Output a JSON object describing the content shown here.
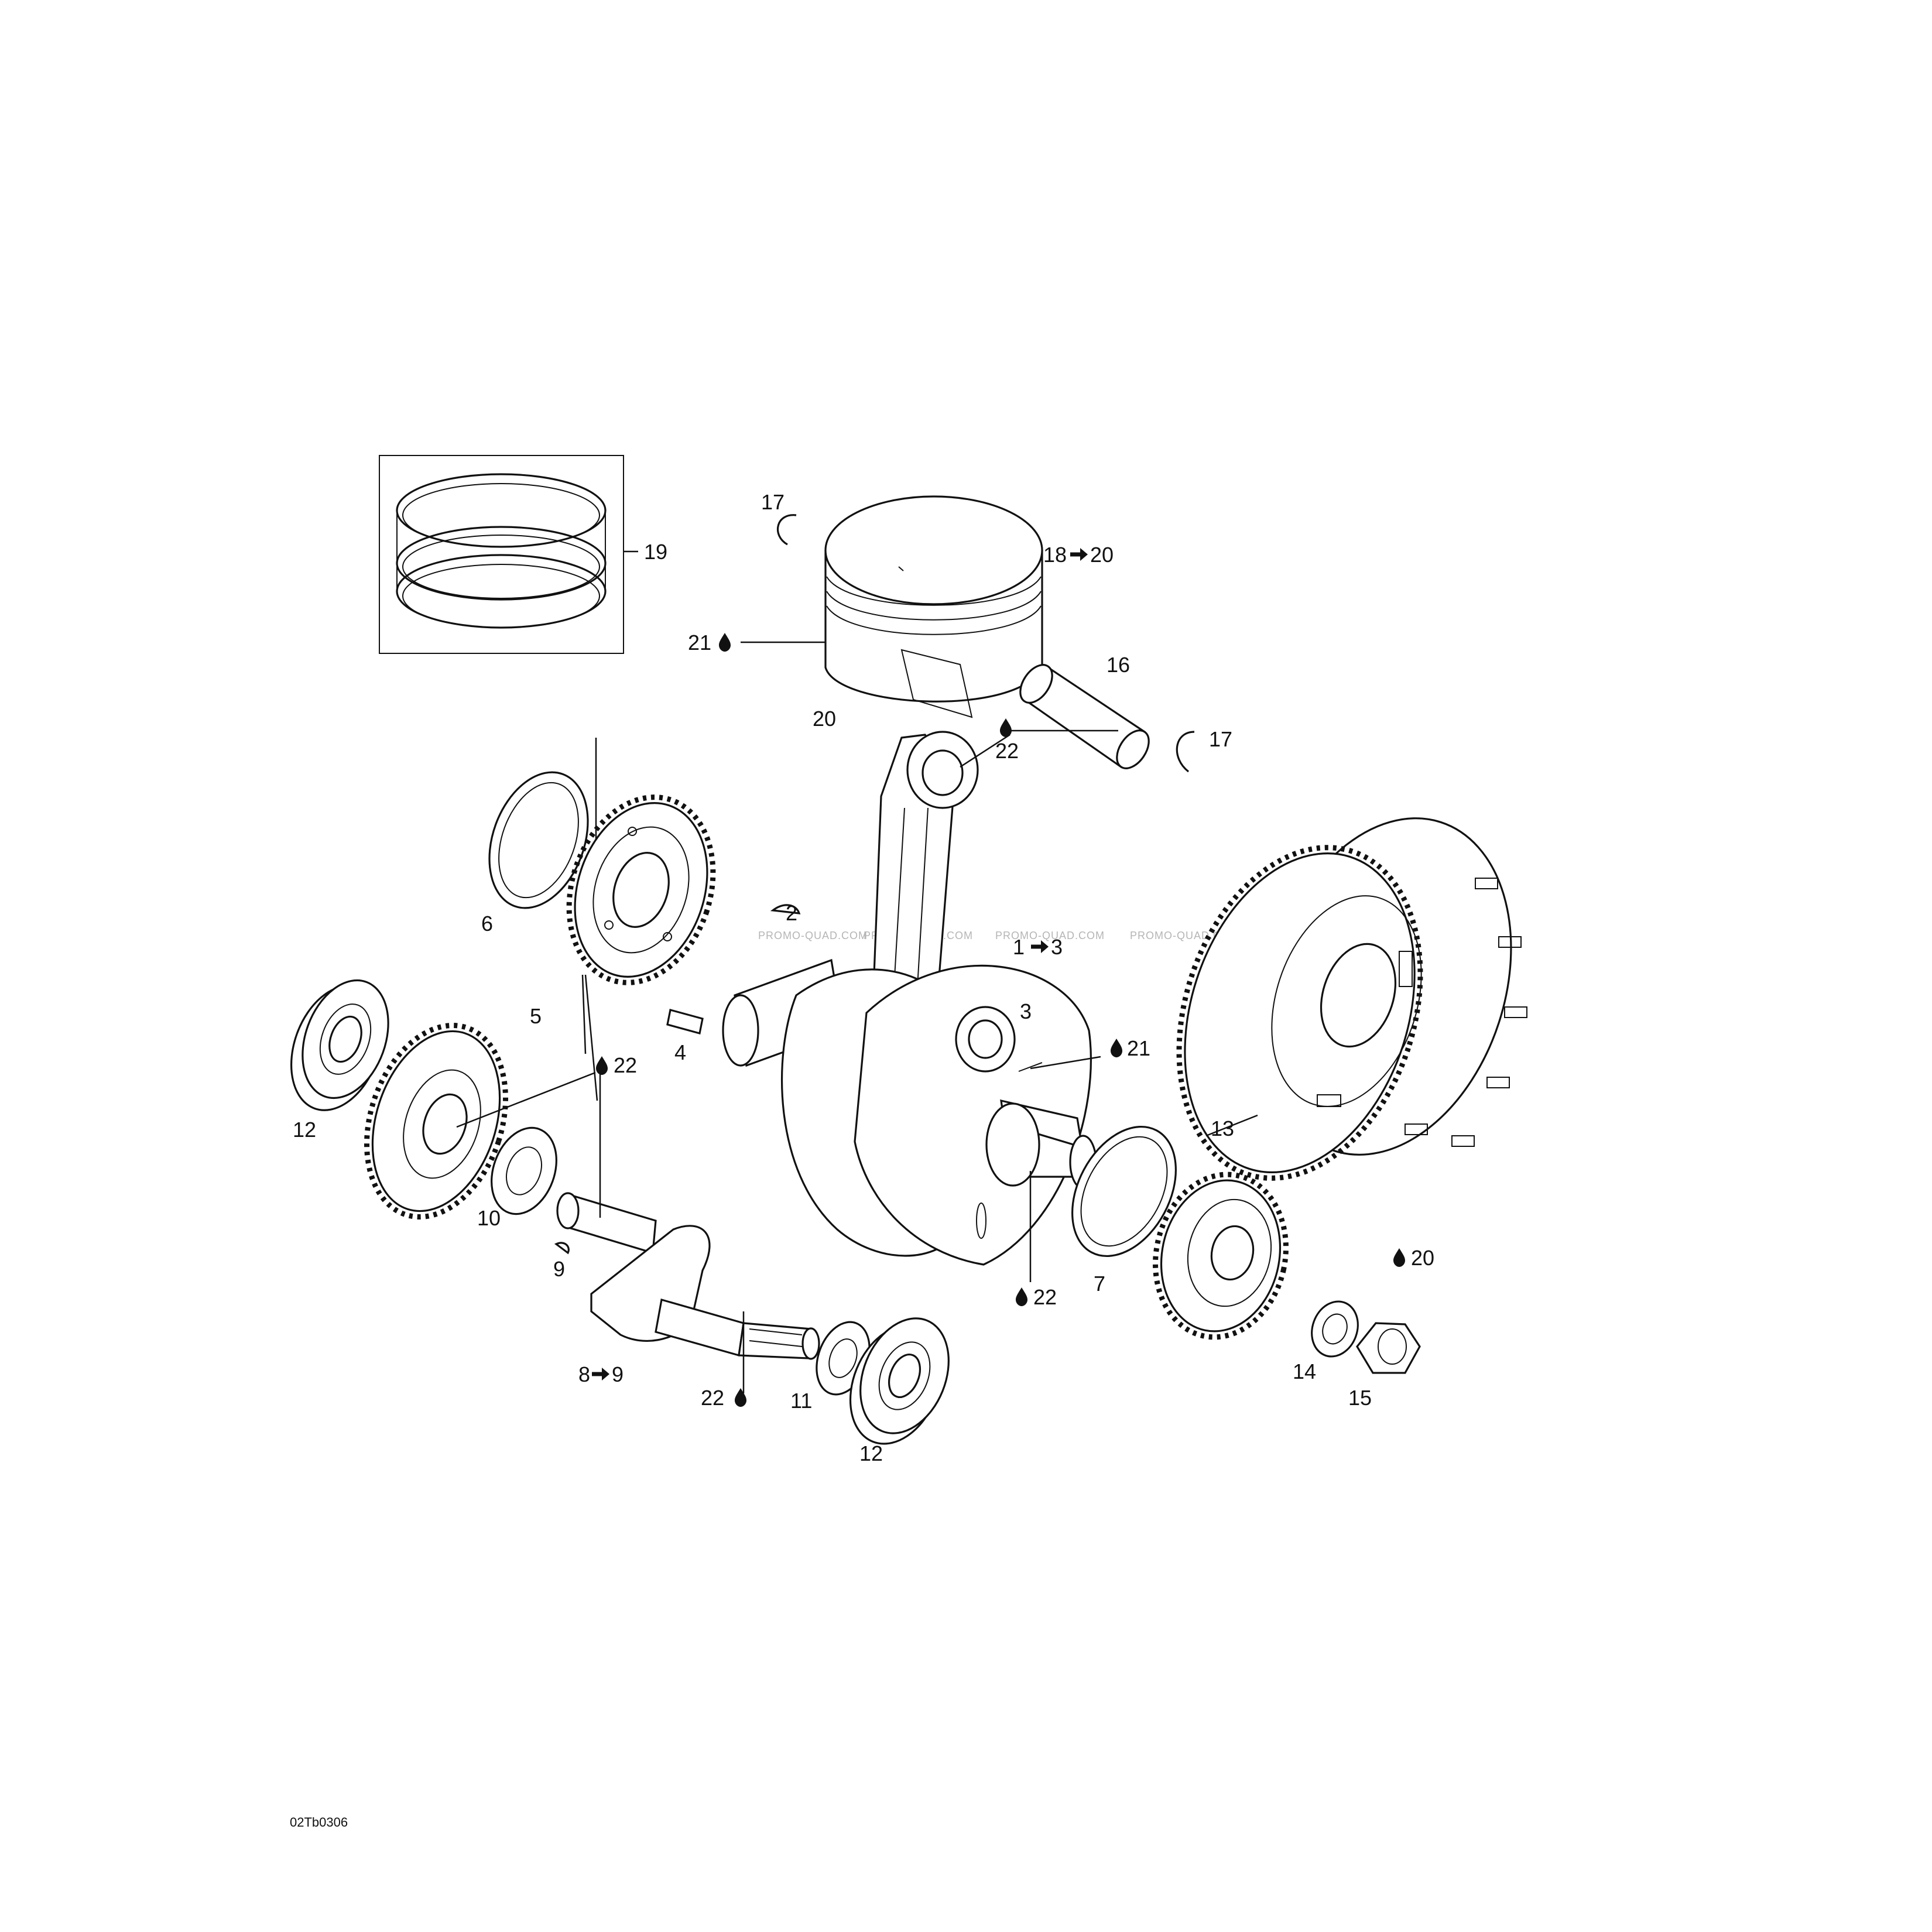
{
  "diagram": {
    "reference_code": "02Tb0306",
    "watermark": "PROMO-QUAD.COM",
    "colors": {
      "line": "#111111",
      "background": "#ffffff",
      "watermark": "#b5b5b5"
    },
    "icons": {
      "lubricant": "oil-drop-icon",
      "range": "arrow-right-icon"
    },
    "callouts": {
      "c17a": "17",
      "c18": "18",
      "c20r": "20",
      "c19": "19",
      "c21p": "21",
      "c20p": "20",
      "c16": "16",
      "c22p": "22",
      "c17b": "17",
      "c2": "2",
      "c1": "1",
      "c3r": "3",
      "c6": "6",
      "c3": "3",
      "c21c": "21",
      "c4": "4",
      "c5": "5",
      "c22g": "22",
      "c12a": "12",
      "c13": "13",
      "c10": "10",
      "c7": "7",
      "c9": "9",
      "c22c": "22",
      "c20n": "20",
      "c8": "8",
      "c9r": "9",
      "c22s": "22",
      "c11": "11",
      "c14": "14",
      "c15": "15",
      "c12b": "12"
    }
  }
}
